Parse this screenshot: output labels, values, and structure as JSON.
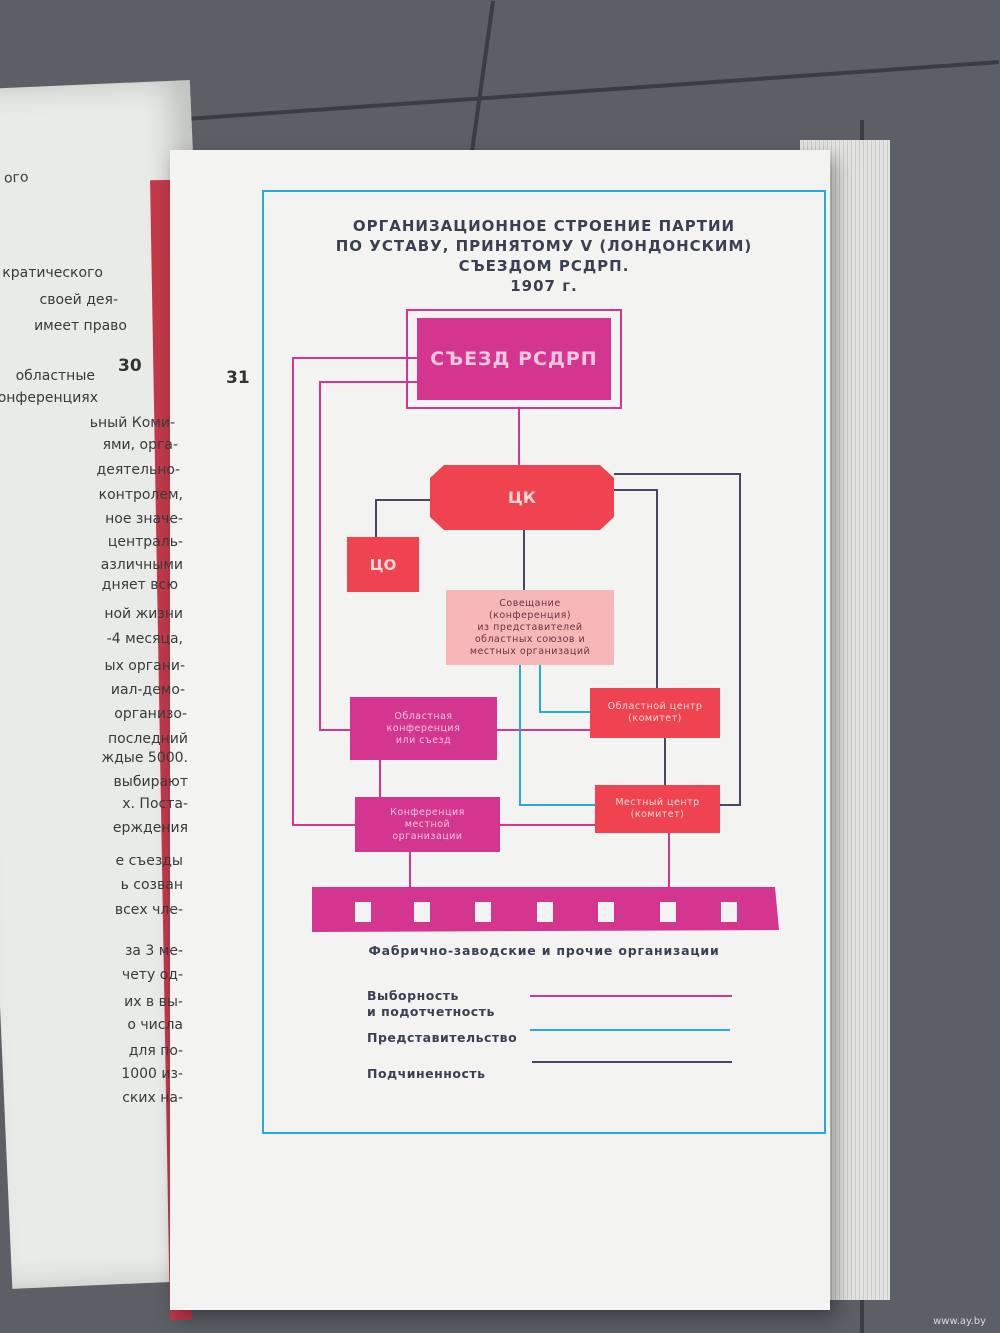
{
  "left_page": {
    "lines": [
      "ого",
      "кратического",
      "своей дея-",
      "имеет право",
      "областные",
      "онференциях",
      "ьный Коми-",
      "ями, орга-",
      "деятельно-",
      "контролем,",
      "ное значе-",
      "централь-",
      "азличными",
      "дняет всю",
      "ной жизни",
      "-4 месяца,",
      "ых органи-",
      "иал-демо-",
      "организо-",
      "последний",
      "ждые 5000.",
      "выбирают",
      "х. Поста-",
      "ерждения",
      "е съезды",
      "ь созван",
      "всех чле-",
      "за 3 ме-",
      "чету од-",
      "их в вы-",
      "о числа",
      "для по-",
      "1000 из-",
      "ских на-"
    ]
  },
  "page_numbers": {
    "left": "30",
    "right": "31"
  },
  "diagram": {
    "title_lines": [
      "ОРГАНИЗАЦИОННОЕ СТРОЕНИЕ ПАРТИИ",
      "ПО УСТАВУ, ПРИНЯТОМУ V (ЛОНДОНСКИМ)",
      "СЪЕЗДОМ РСДРП.",
      "1907 г."
    ],
    "nodes": {
      "congress": "СЪЕЗД РСДРП",
      "cc": "ЦК",
      "co": "ЦО",
      "meeting": [
        "Совещание",
        "(конференция)",
        "из представителей",
        "областных союзов и",
        "местных организаций"
      ],
      "regional_conf": [
        "Областная",
        "конференция",
        "или съезд"
      ],
      "regional_center": [
        "Областной центр",
        "(комитет)"
      ],
      "local_conf": [
        "Конференция",
        "местной",
        "организации"
      ],
      "local_center": [
        "Местный центр",
        "(комитет)"
      ]
    },
    "bottom_label": "Фабрично-заводские и прочие организации",
    "legend": [
      {
        "label": [
          "Выборность",
          "и подотчетность"
        ],
        "color": "#d4358e"
      },
      {
        "label": [
          "Представительство"
        ],
        "color": "#29a8dc"
      },
      {
        "label": [
          "Подчиненность"
        ],
        "color": "#4a4560"
      }
    ],
    "colors": {
      "magenta": "#d4358e",
      "red": "#ef4450",
      "pink": "#f7b7b8",
      "blue": "#29a8dc",
      "dark": "#4a4560"
    }
  },
  "watermark": "www.ay.by"
}
